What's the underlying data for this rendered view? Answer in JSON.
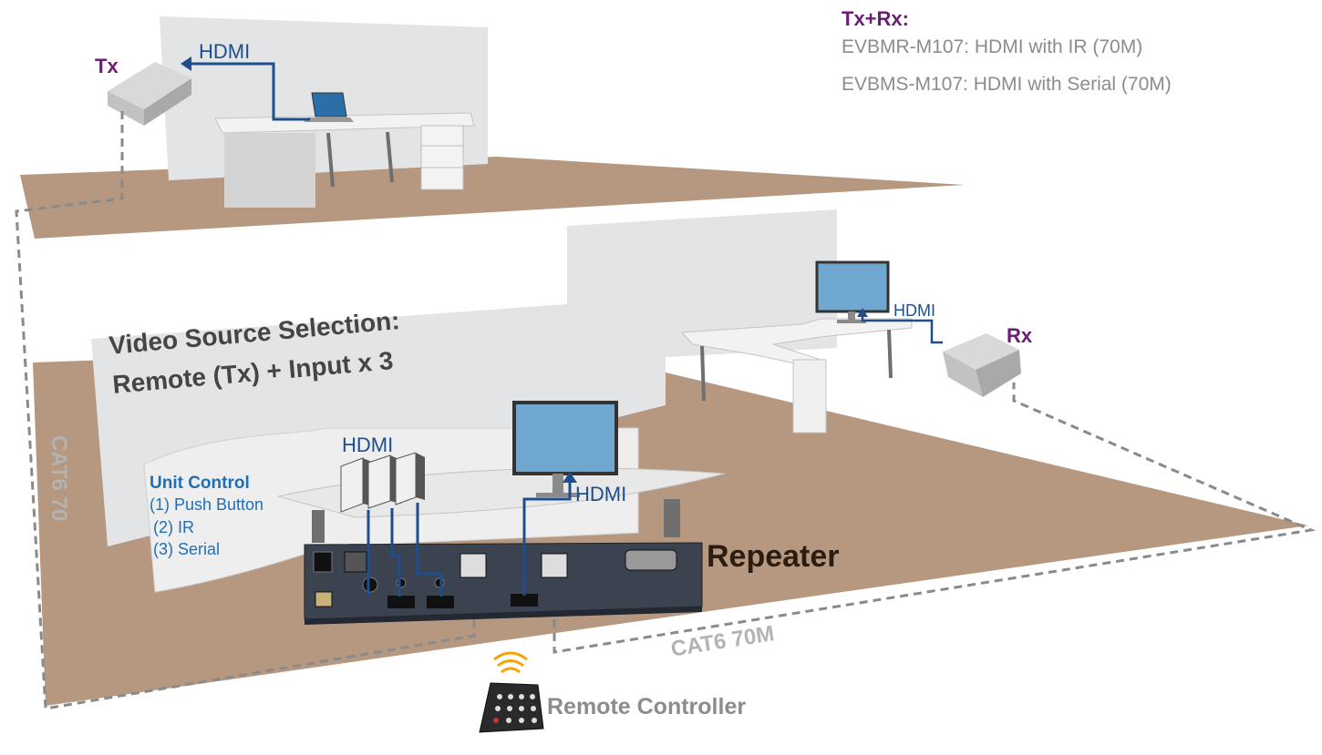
{
  "legend": {
    "title": "Tx+Rx:",
    "lines": [
      "EVBMR-M107: HDMI with IR (70M)",
      "EVBMS-M107: HDMI with Serial (70M)"
    ]
  },
  "devices": {
    "tx": "Tx",
    "rx": "Rx",
    "repeater": "Repeater"
  },
  "hdmi_labels": {
    "top_office": "HDMI",
    "rx_desk": "HDMI",
    "sources": "HDMI",
    "monitor": "HDMI"
  },
  "video_source": {
    "line1": "Video Source Selection:",
    "line2": "Remote (Tx) + Input x 3"
  },
  "unit_control": {
    "title": "Unit Control",
    "items": [
      "(1) Push Button",
      "(2) IR",
      "(3) Serial"
    ]
  },
  "cables": {
    "left": "CAT6 70",
    "bottom": "CAT6 70M"
  },
  "remote": {
    "label": "Remote Controller"
  },
  "colors": {
    "floor": "#b5987f",
    "wall": "#e3e4e6",
    "hdmi_line": "#1f4e8f",
    "device_label": "#6b1f74",
    "unit_control": "#1f6fb5",
    "cable": "#8a8a8a"
  }
}
